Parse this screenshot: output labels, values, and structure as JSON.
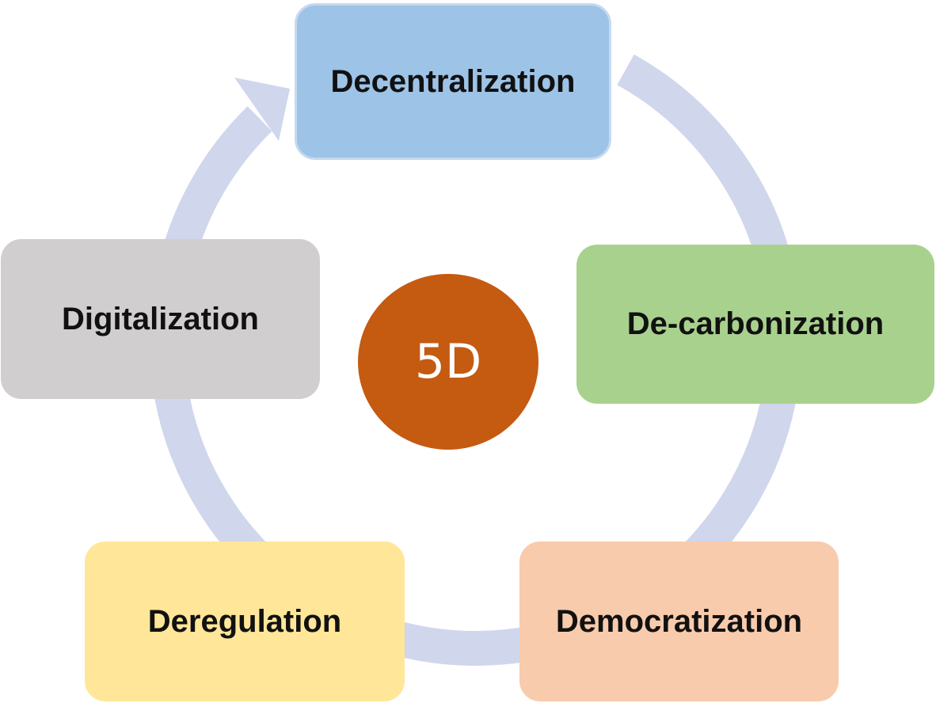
{
  "diagram": {
    "center": {
      "label": "5D",
      "color": "#c55a11"
    },
    "ring_color": "#d0d6ec",
    "nodes": [
      {
        "id": "decentralization",
        "label": "Decentralization",
        "color": "#9dc3e6"
      },
      {
        "id": "decarbonization",
        "label": "De-carbonization",
        "color": "#a9d18e"
      },
      {
        "id": "democratization",
        "label": "Democratization",
        "color": "#f8cbad"
      },
      {
        "id": "deregulation",
        "label": "Deregulation",
        "color": "#ffe699"
      },
      {
        "id": "digitalization",
        "label": "Digitalization",
        "color": "#d0cece"
      }
    ]
  }
}
